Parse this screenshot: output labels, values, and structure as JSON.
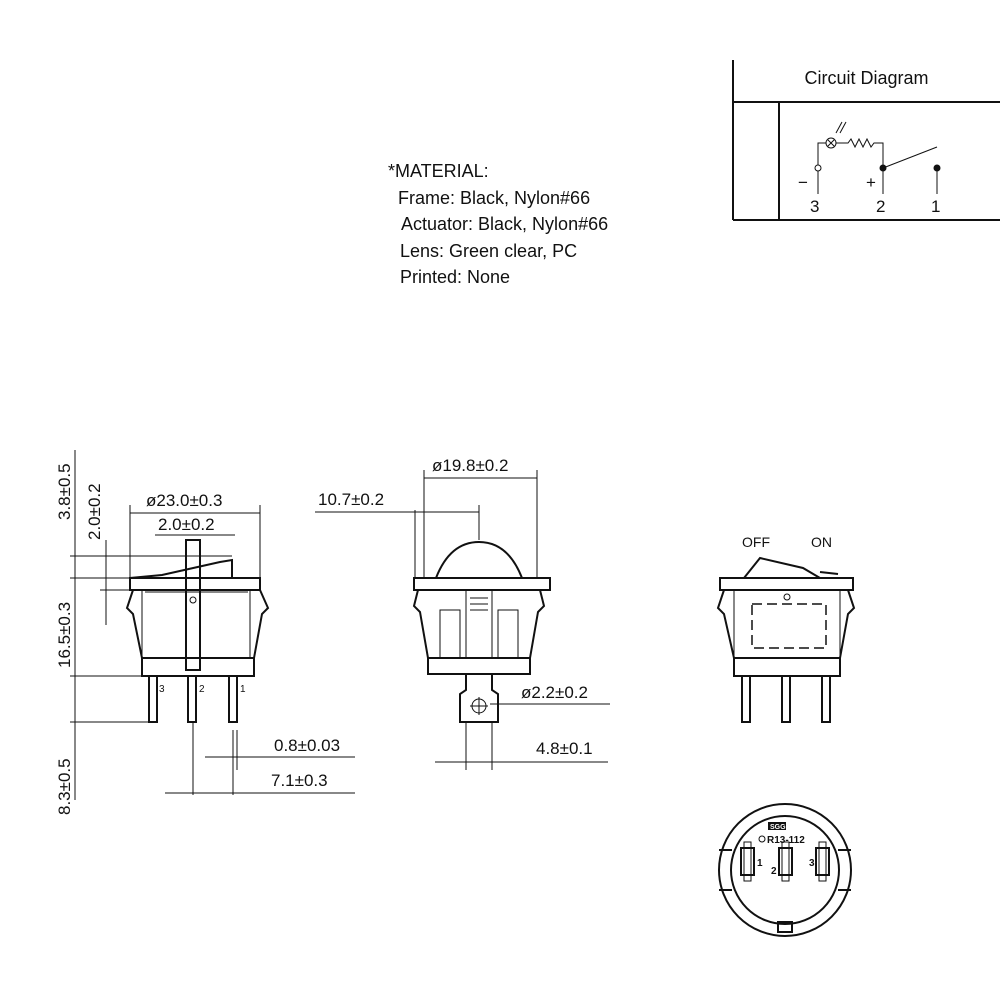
{
  "material": {
    "heading": "*MATERIAL:",
    "lines": [
      "Frame: Black, Nylon#66",
      "Actuator: Black, Nylon#66",
      "Lens: Green clear, PC",
      "Printed: None"
    ]
  },
  "circuit": {
    "title": "Circuit Diagram",
    "minus": "−",
    "plus": "+",
    "pins": [
      "3",
      "2",
      "1"
    ]
  },
  "side_view": {
    "dims": {
      "top_height": "3.8±0.5",
      "actuator_height": "2.0±0.2",
      "diameter": "ø23.0±0.3",
      "actuator_width": "2.0±0.2",
      "body_height": "16.5±0.3",
      "pin_length": "8.3±0.5",
      "pin_thickness": "0.8±0.03",
      "pin_pitch": "7.1±0.3"
    },
    "pin_labels": [
      "3",
      "2",
      "1"
    ]
  },
  "front_view": {
    "dims": {
      "diameter": "ø19.8±0.2",
      "offset": "10.7±0.2",
      "hole": "ø2.2±0.2",
      "terminal_width": "4.8±0.1"
    }
  },
  "state_view": {
    "off": "OFF",
    "on": "ON"
  },
  "bottom_view": {
    "logo": "SGG",
    "cert": "R13-112",
    "pins": [
      "1",
      "2",
      "3"
    ]
  }
}
